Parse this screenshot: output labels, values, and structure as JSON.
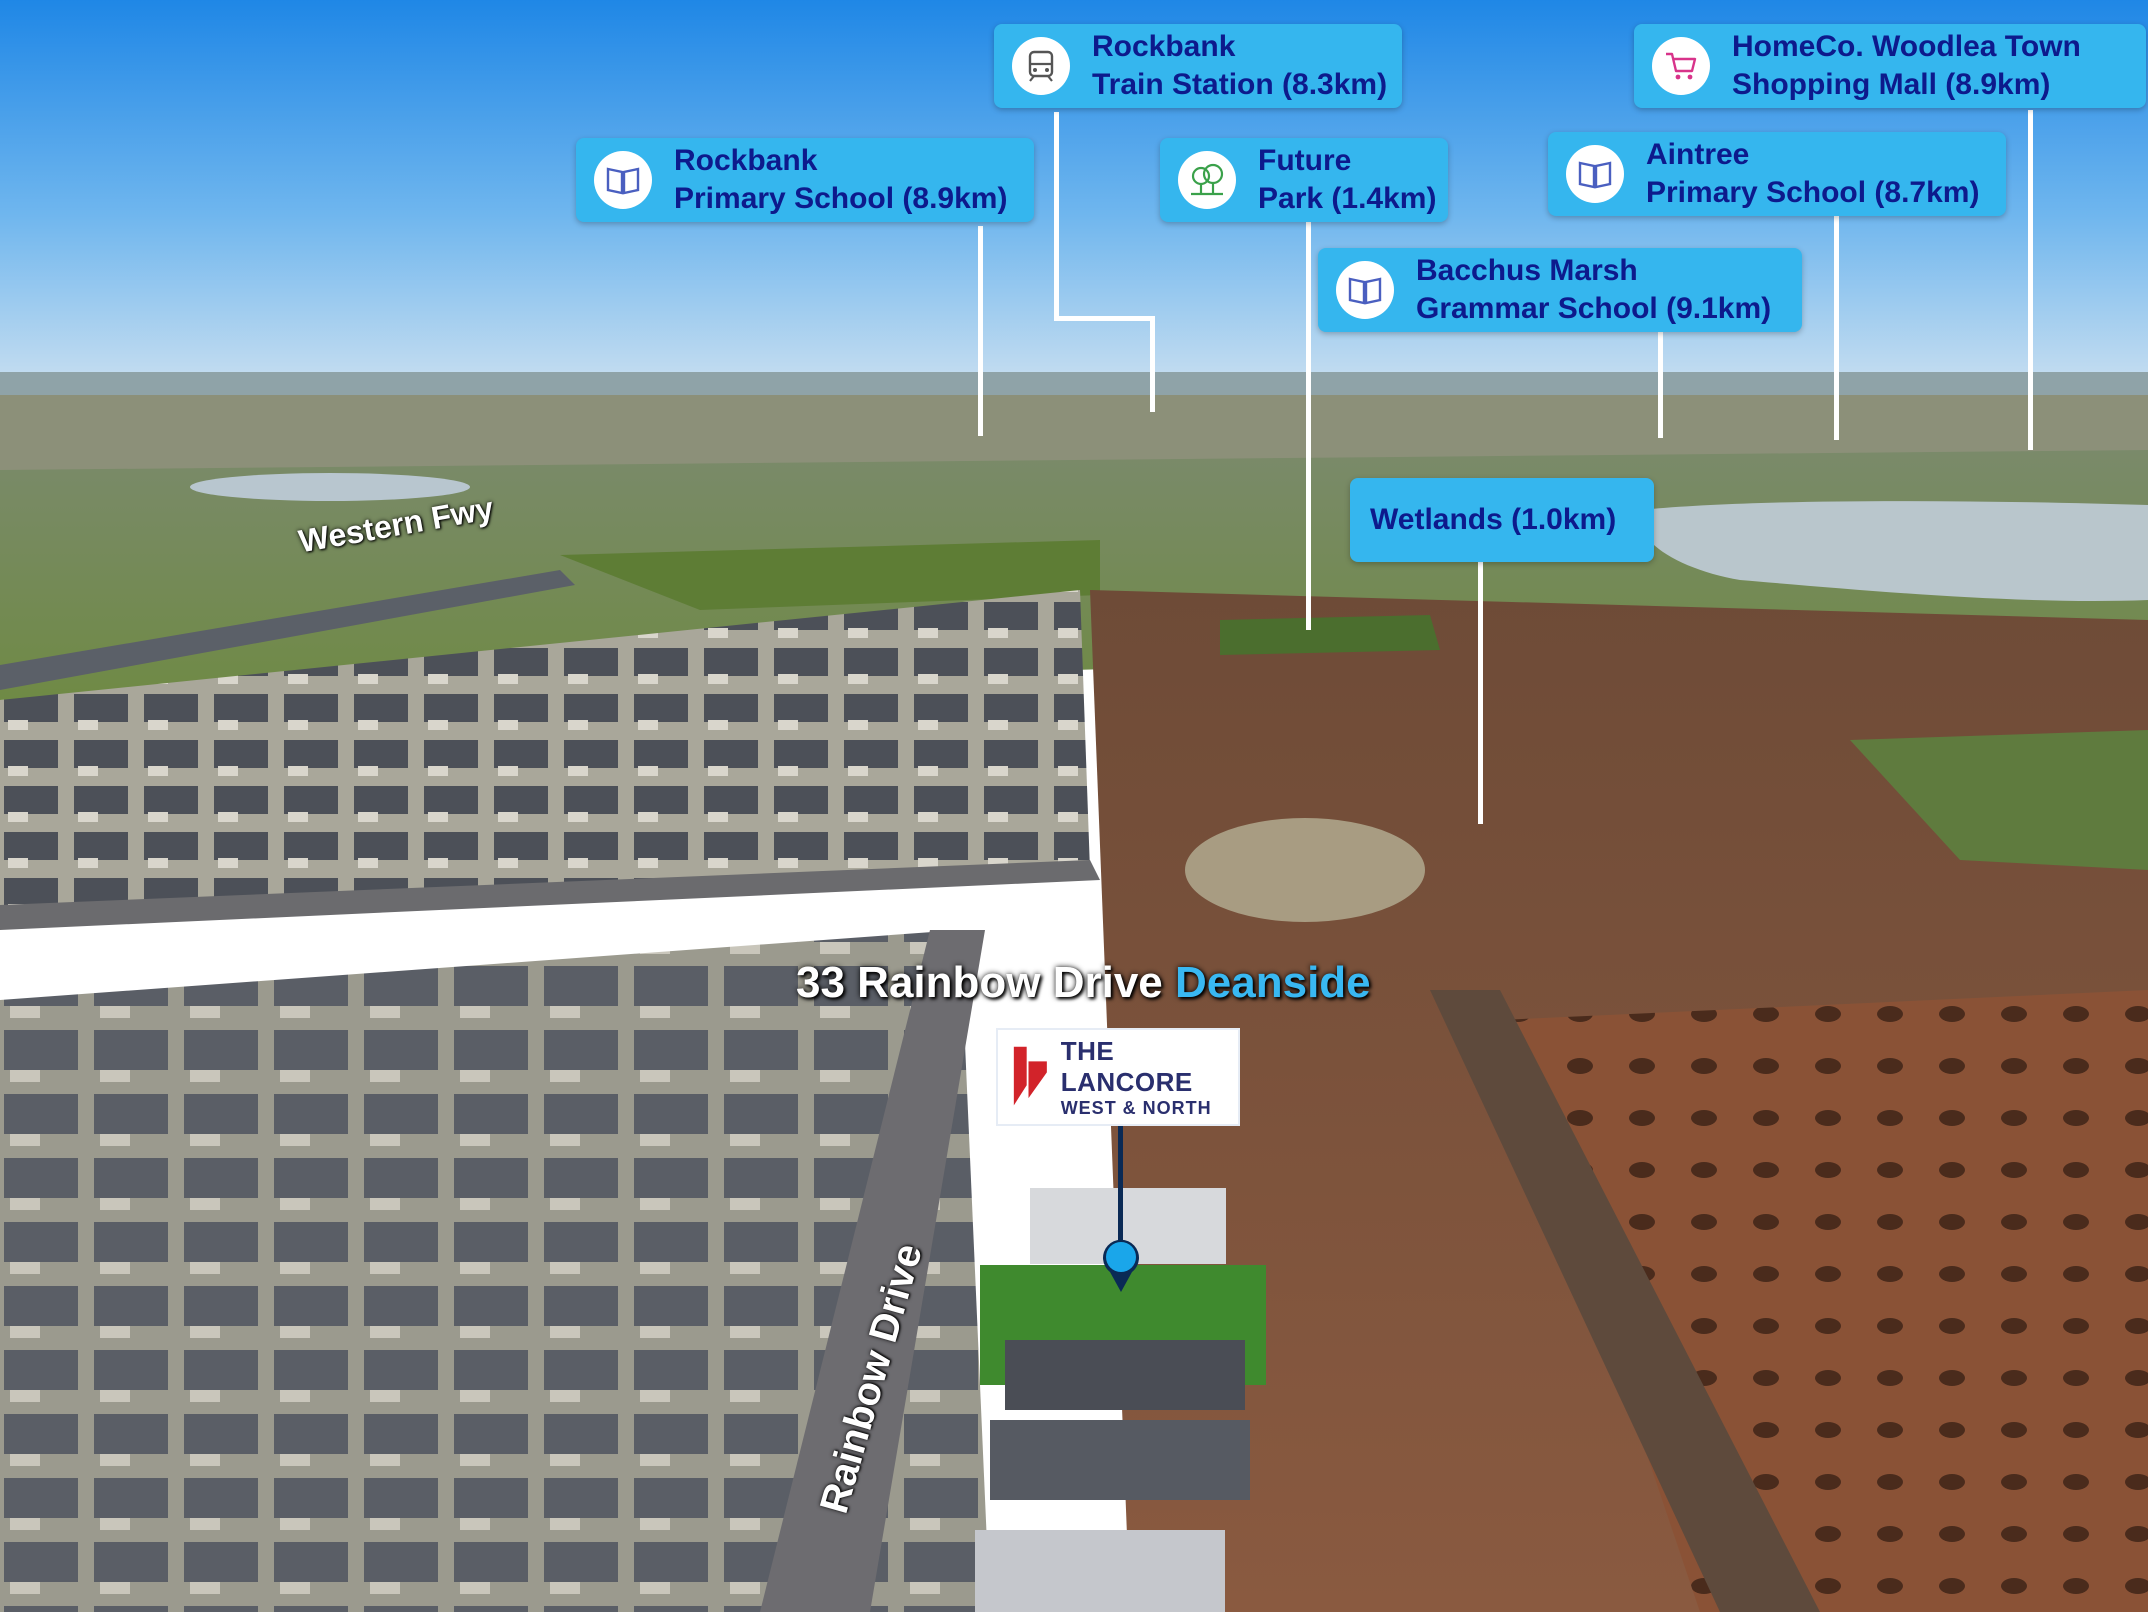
{
  "callouts": [
    {
      "icon": "book-icon",
      "line1": "Rockbank",
      "line2": "Primary School (8.9km)"
    },
    {
      "icon": "train-icon",
      "line1": "Rockbank",
      "line2": "Train Station (8.3km)"
    },
    {
      "icon": "tree-icon",
      "line1": "Future",
      "line2": "Park (1.4km)"
    },
    {
      "icon": "cart-icon",
      "line1": "HomeCo. Woodlea Town",
      "line2": "Shopping Mall (8.9km)"
    },
    {
      "icon": "book-icon",
      "line1": "Aintree",
      "line2": "Primary School (8.7km)"
    },
    {
      "icon": "book-icon",
      "line1": "Bacchus Marsh",
      "line2": "Grammar  School (9.1km)"
    },
    {
      "icon": "none",
      "line1": "Wetlands (1.0km)",
      "line2": ""
    }
  ],
  "roads": {
    "freeway": "Western Fwy",
    "street": "Rainbow Drive"
  },
  "address": {
    "street": "33 Rainbow Drive",
    "suburb": "Deanside"
  },
  "logo": {
    "line1": "THE LANCORE",
    "line2": "WEST & NORTH"
  },
  "colors": {
    "callout_bg": "#35b6ee",
    "callout_text": "#0d1a8c",
    "accent": "#39b8f2",
    "logo_red": "#d2232a",
    "pin": "#1aa6ea"
  }
}
